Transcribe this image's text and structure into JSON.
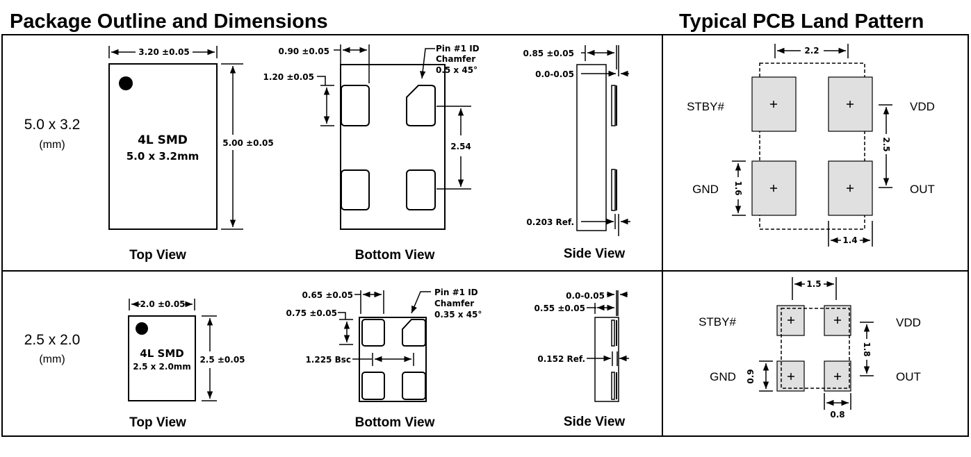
{
  "titles": {
    "left": "Package Outline and Dimensions",
    "right": "Typical PCB Land Pattern"
  },
  "rows": [
    {
      "size": "5.0 x 3.2",
      "unit": "(mm)",
      "top_view": {
        "label": "Top View",
        "marking1": "4L SMD",
        "marking2": "5.0 x 3.2mm",
        "width_dim": "3.20 ±0.05",
        "height_dim": "5.00 ±0.05"
      },
      "bottom_view": {
        "label": "Bottom View",
        "pad_width": "0.90 ±0.05",
        "pad_height": "1.20 ±0.05",
        "pitch": "2.54",
        "pin1_line1": "Pin #1 ID",
        "pin1_line2": "Chamfer",
        "pin1_line3": "0.5 x 45°"
      },
      "side_view": {
        "label": "Side View",
        "thickness": "0.85 ±0.05",
        "standoff": "0.0-0.05",
        "pad_ref": "0.203 Ref."
      },
      "land": {
        "pins": [
          "STBY#",
          "VDD",
          "GND",
          "OUT"
        ],
        "h_pitch": "2.2",
        "v_pitch": "2.5",
        "pad_h": "1.6",
        "pad_w": "1.4"
      }
    },
    {
      "size": "2.5 x 2.0",
      "unit": "(mm)",
      "top_view": {
        "label": "Top View",
        "marking1": "4L SMD",
        "marking2": "2.5 x 2.0mm",
        "width_dim": "2.0 ±0.05",
        "height_dim": "2.5 ±0.05"
      },
      "bottom_view": {
        "label": "Bottom View",
        "pad_width": "0.65 ±0.05",
        "pad_height": "0.75 ±0.05",
        "pitch": "1.225 Bsc",
        "pin1_line1": "Pin #1 ID",
        "pin1_line2": "Chamfer",
        "pin1_line3": "0.35 x 45°"
      },
      "side_view": {
        "label": "Side View",
        "thickness": "0.55 ±0.05",
        "standoff": "0.0-0.05",
        "pad_ref": "0.152 Ref."
      },
      "land": {
        "pins": [
          "STBY#",
          "VDD",
          "GND",
          "OUT"
        ],
        "h_pitch": "1.5",
        "v_pitch": "1.8",
        "pad_h": "0.9",
        "pad_w": "0.8"
      }
    }
  ]
}
